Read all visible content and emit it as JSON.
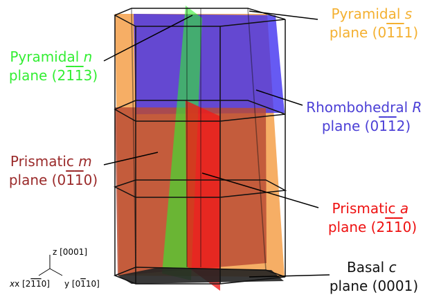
{
  "colors": {
    "pyramidal_n": "#33ee33",
    "pyramidal_s": "#f4b030",
    "rhombohedral_r": "#4b3fd6",
    "prismatic_m": "#9a2a2a",
    "prismatic_a": "#ee1111",
    "basal_c": "#111111",
    "s_plane_fill": "#f5a04a",
    "r_plane_fill": "#3b2cf0",
    "m_plane_fill": "#b84a33",
    "a_plane_fill": "#f01a1a",
    "n_plane_fill": "#2ef02e",
    "c_plane_fill": "#222222"
  },
  "labels": {
    "pyramidal_n": {
      "line1": "Pyramidal ",
      "italic": "n",
      "line2_pre": "plane (2",
      "bar1": "1",
      "bar2": "1",
      "line2_post": "3)"
    },
    "pyramidal_s": {
      "line1": "Pyramidal ",
      "italic": "s",
      "line2_pre": "plane (0",
      "bar1": "1",
      "bar2": "1",
      "line2_post": "1)"
    },
    "rhombohedral_r": {
      "line1": "Rhombohedral ",
      "italic": "R",
      "line2_pre": "plane (0",
      "bar1": "1",
      "bar2": "1",
      "line2_post": "2)"
    },
    "prismatic_m": {
      "line1": "Prismatic ",
      "italic": "m",
      "line2_pre": "plane (0",
      "bar1": "1",
      "bar2": "1",
      "line2_post": "0)"
    },
    "prismatic_a": {
      "line1": "Prismatic ",
      "italic": "a",
      "line2_pre": "plane (2",
      "bar1": "1",
      "bar2": "1",
      "line2_post": "0)"
    },
    "basal_c": {
      "line1": "Basal ",
      "italic": "c",
      "line2": "plane (0001)"
    }
  },
  "axes": {
    "z": "z [0001]",
    "x_pre": "x [2",
    "x_bar1": "1",
    "x_bar2": "1",
    "x_post": "0]",
    "y_pre": "y [0",
    "y_bar1": "1",
    "y_post": "10]"
  }
}
